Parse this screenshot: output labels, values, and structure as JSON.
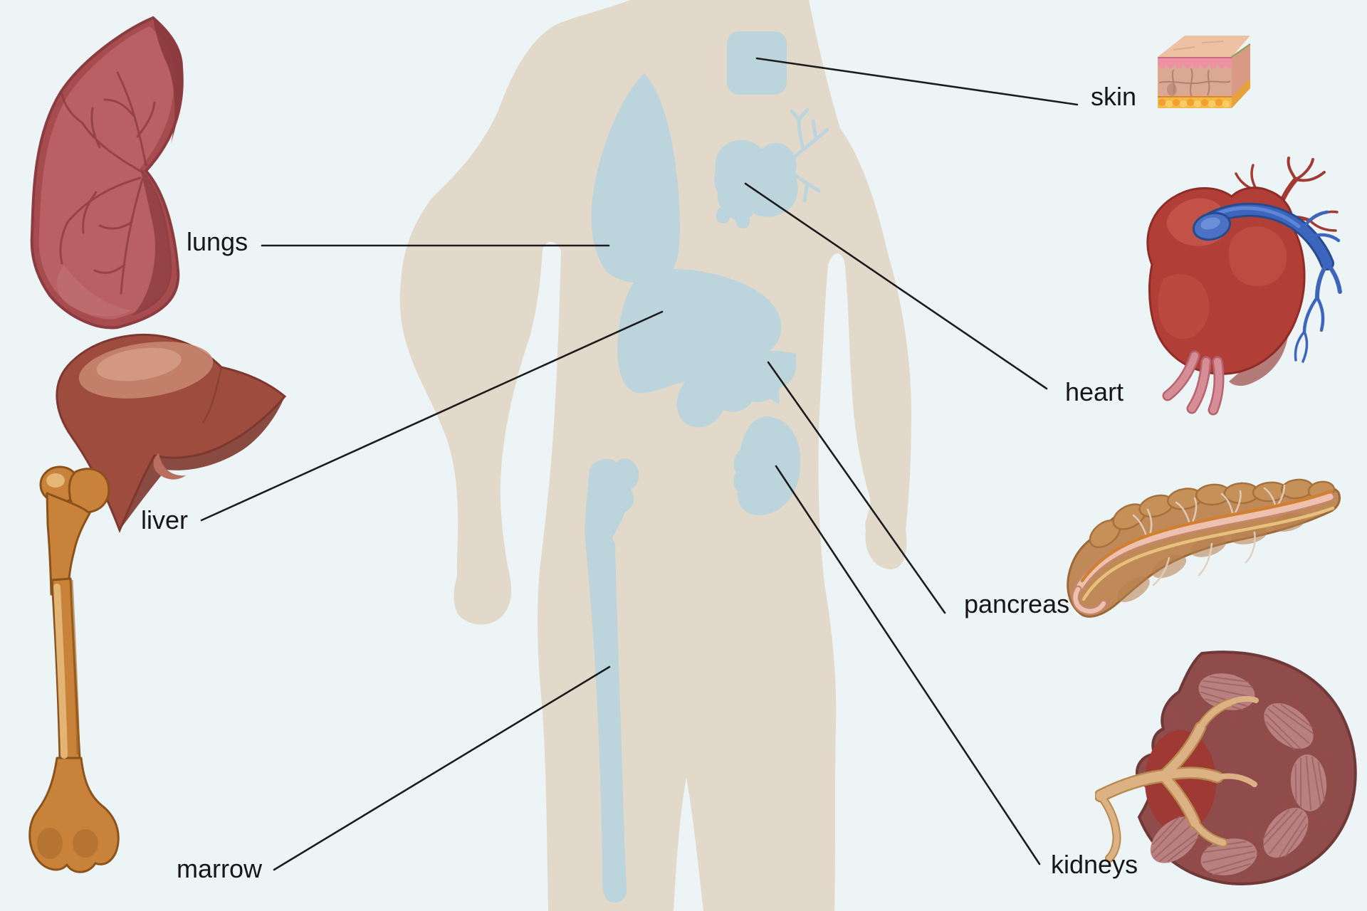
{
  "title": "human body organs diagram",
  "palette": {
    "background": "#edf4f5",
    "body_silhouette": "#e3d9cb",
    "organ_highlight": "#bcd5dc",
    "leader_line": "#1c1c1c",
    "label_text": "#161616",
    "lung_red": "#a64c4e",
    "liver_brown": "#9d4c3d",
    "bone_tan": "#c8823a",
    "heart_red": "#b23f37",
    "heart_vessel_blue": "#3c66bd",
    "pancreas_tan": "#c08a58",
    "kidney_maroon": "#8f4c4a",
    "kidney_pelvis_tan": "#dcb184",
    "skin_pink": "#ec92a2",
    "skin_fat_orange": "#f0a02c"
  },
  "labels": [
    {
      "id": "lungs",
      "text": "lungs"
    },
    {
      "id": "liver",
      "text": "liver"
    },
    {
      "id": "marrow",
      "text": "marrow"
    },
    {
      "id": "skin",
      "text": "skin"
    },
    {
      "id": "heart",
      "text": "heart"
    },
    {
      "id": "pancreas",
      "text": "pancreas"
    },
    {
      "id": "kidneys",
      "text": "kidneys"
    }
  ],
  "illustrations": [
    "lungs",
    "liver",
    "bone-marrow",
    "skin",
    "heart",
    "pancreas",
    "kidneys"
  ]
}
